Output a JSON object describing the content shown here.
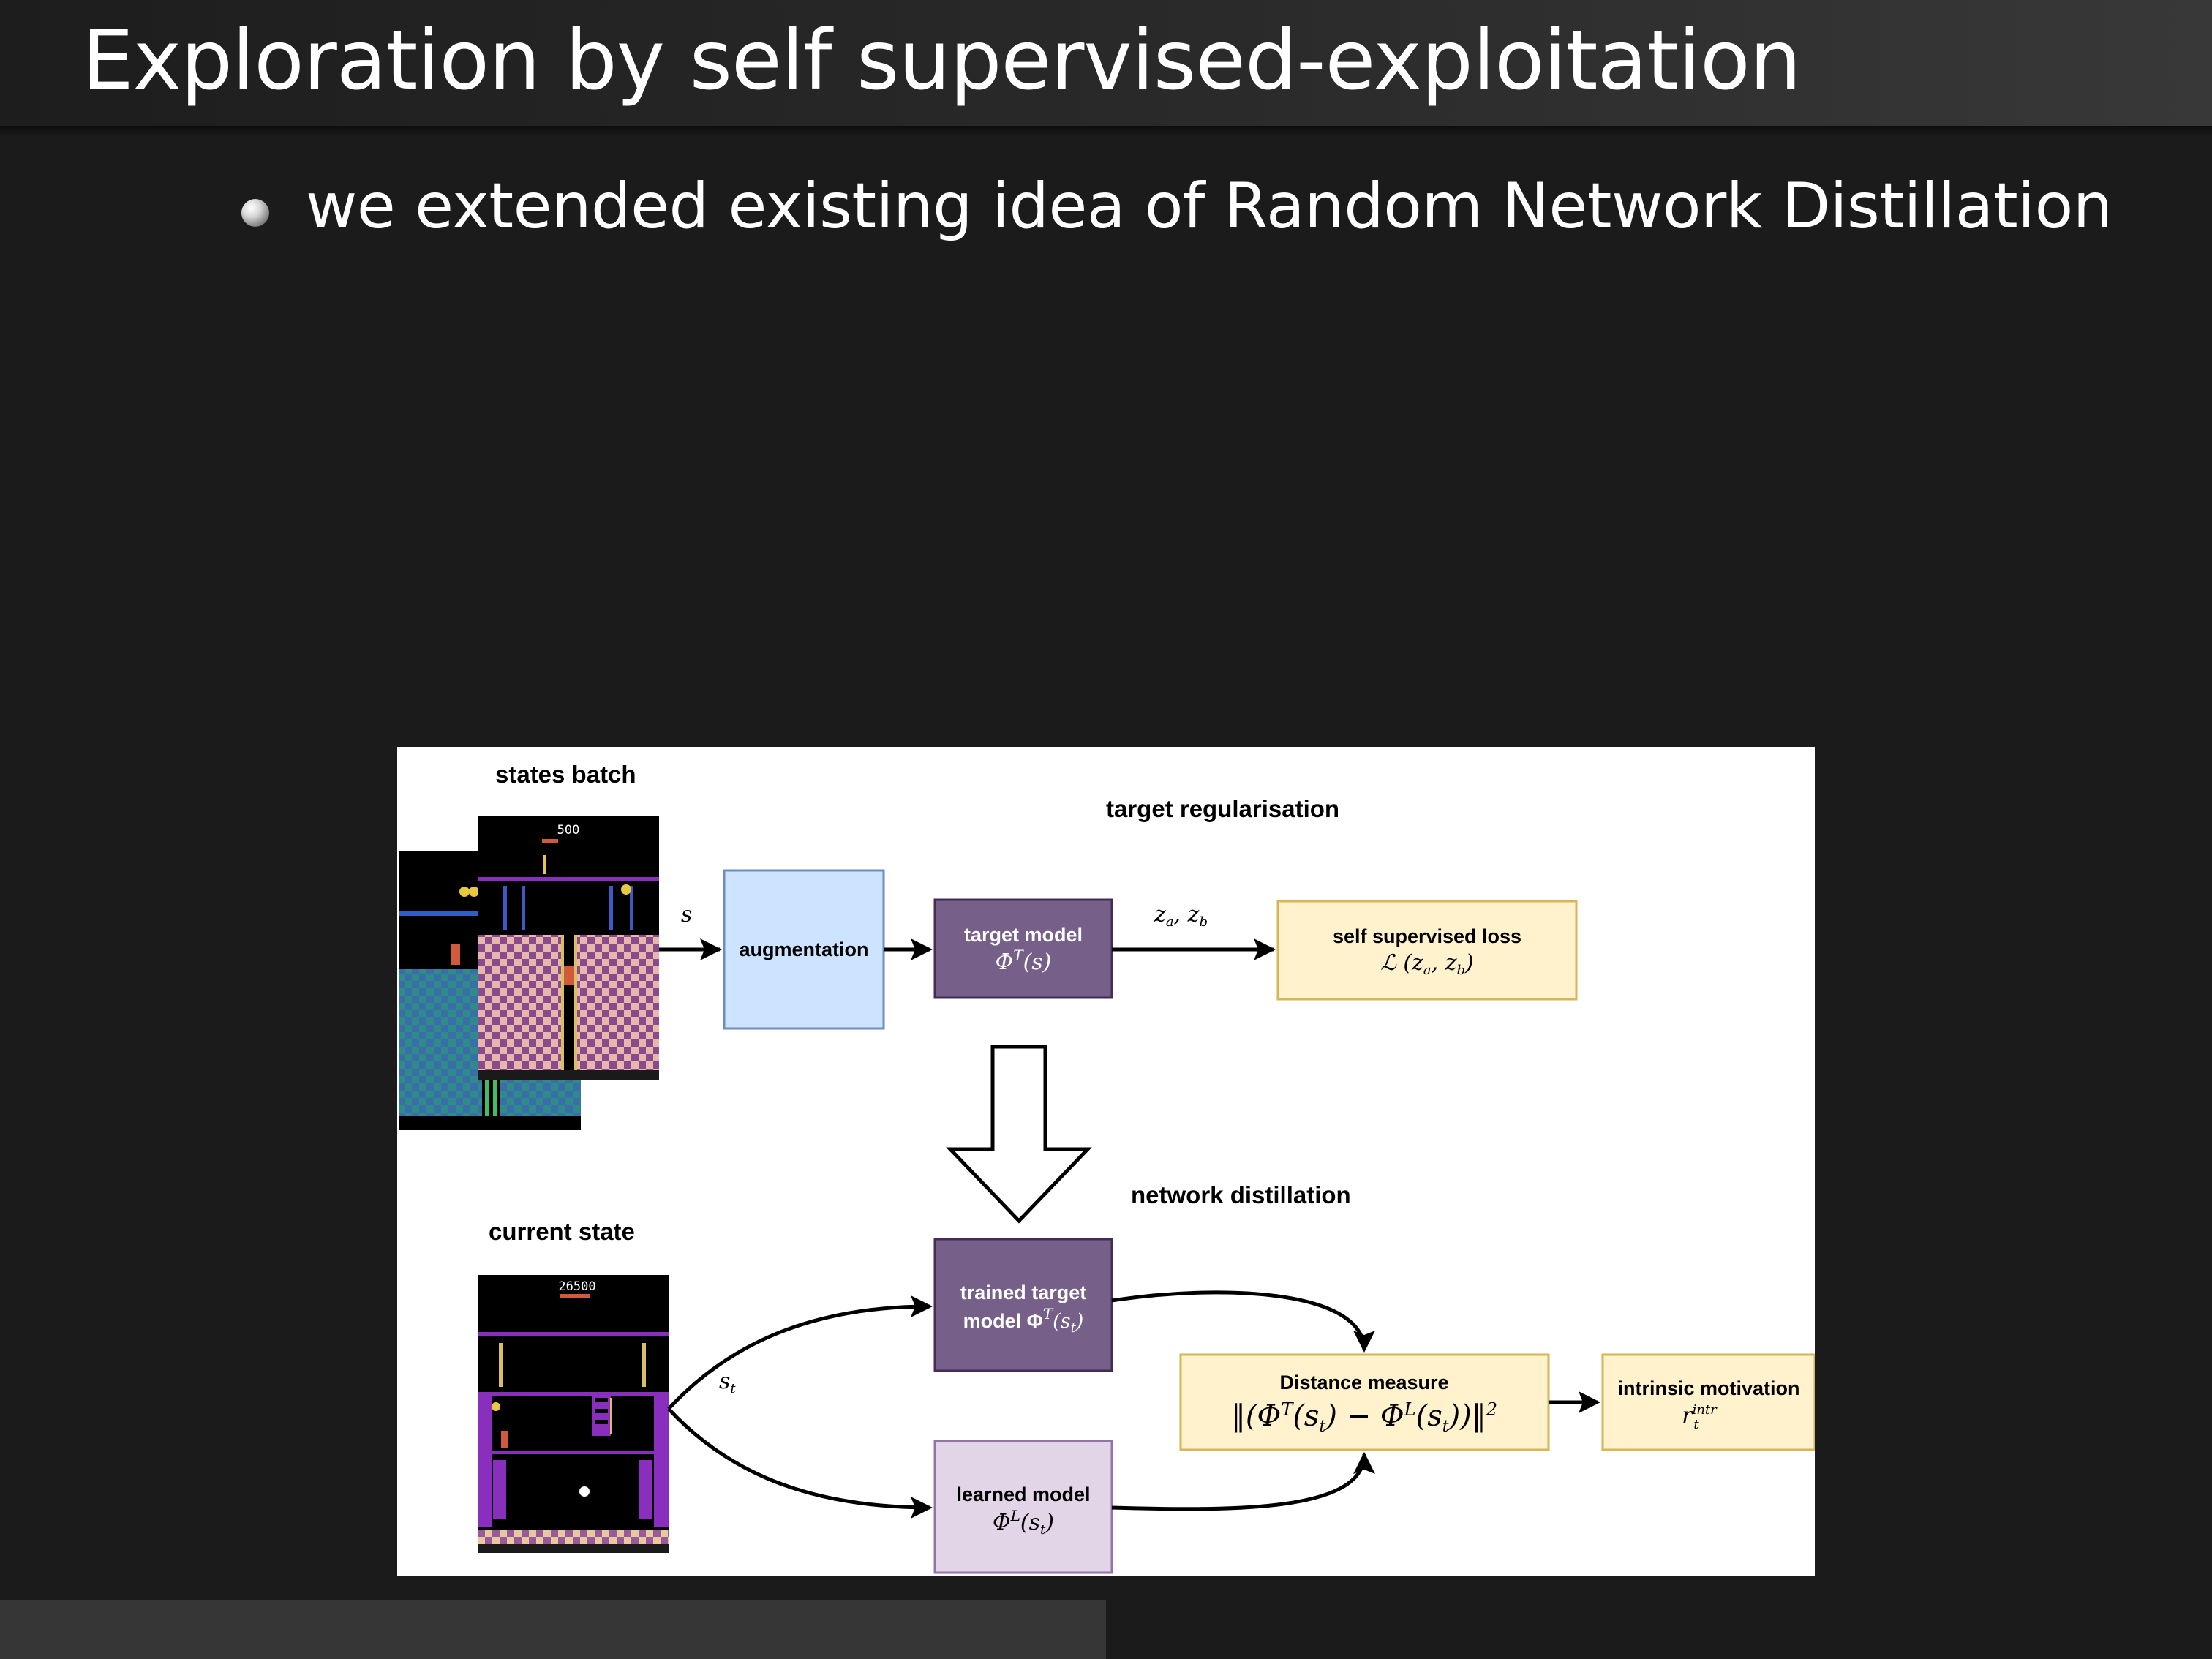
{
  "slide": {
    "title": "Exploration by self supervised-exploitation",
    "bullet": "we extended existing idea of Random Network Distillation"
  },
  "diagram": {
    "states_batch_label": "states batch",
    "current_state_label": "current state",
    "target_regularisation_label": "target regularisation",
    "network_distillation_label": "network distillation",
    "score_top": "500",
    "score_bottom": "26500",
    "edge_s": "s",
    "edge_za_zb": "z",
    "edge_za_zb_sub1": "a",
    "edge_sep": ", z",
    "edge_za_zb_sub2": "b",
    "edge_st": "s",
    "edge_st_sub": "t",
    "augmentation": {
      "label": "augmentation",
      "color": "#cce4ff"
    },
    "target_model": {
      "label": "target model",
      "formula": "Φ",
      "sup": "T",
      "arg": "(s)",
      "color": "#76608a"
    },
    "self_supervised_loss": {
      "label": "self supervised loss",
      "formula": "ℒ (z",
      "color": "#fff2cc"
    },
    "trained_target_model": {
      "line1": "trained target",
      "line2": "model Φ",
      "sup": "T",
      "arg": "(s",
      "color": "#76608a"
    },
    "learned_model": {
      "label": "learned model",
      "formula": "Φ",
      "sup": "L",
      "arg": "(s",
      "color": "#e1d5e7"
    },
    "distance_measure": {
      "label": "Distance measure",
      "formula": "‖(Φ",
      "color": "#fff2cc"
    },
    "intrinsic_motivation": {
      "label": "intrinsic motivation",
      "formula": "r",
      "sup": "intr",
      "sub": "t",
      "color": "#fff2cc"
    }
  }
}
